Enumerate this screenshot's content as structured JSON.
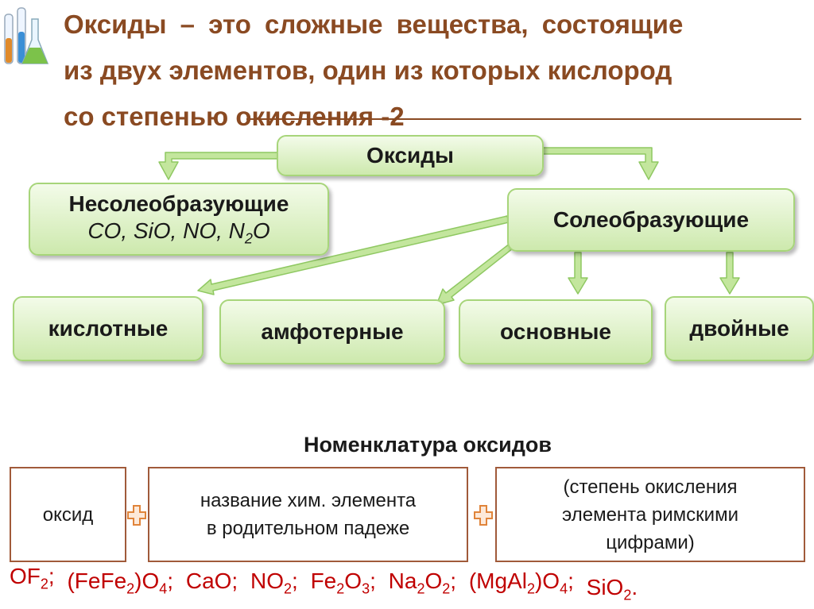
{
  "title": {
    "line1": "Оксиды – это сложные вещества, состоящие",
    "line2": "из двух элементов, один из которых кислород",
    "line3": "со степенью окисления -2"
  },
  "diagram": {
    "root": "Оксиды",
    "non_salt": {
      "label": "Несолеобразующие",
      "examples": "CO, SiO, NO, N",
      "examples_sub": "2",
      "examples_end": "O"
    },
    "salt": "Солеобразующие",
    "types": [
      "кислотные",
      "амфотерные",
      "основные",
      "двойные"
    ]
  },
  "nomenclature": {
    "title": "Номенклатура оксидов",
    "part1": "оксид",
    "part2": [
      "название хим. элемента",
      "в родительном падеже"
    ],
    "part3": [
      "(степень окисления",
      "элемента римскими",
      "цифрами)"
    ]
  },
  "colors": {
    "title": "#8a4a22",
    "box_border": "#a7d57a",
    "formula": "#c00000",
    "nom_border": "#a05a3a",
    "arrow": "#c3e69d"
  },
  "formulas": [
    {
      "p": [
        "OF",
        "2",
        ";"
      ]
    },
    {
      "p": [
        "(FeFe",
        "2",
        ")O",
        "4",
        ";"
      ]
    },
    {
      "p": [
        "CaO;"
      ]
    },
    {
      "p": [
        "NO",
        "2",
        ";"
      ]
    },
    {
      "p": [
        "Fe",
        "2",
        "O",
        "3",
        ";"
      ]
    },
    {
      "p": [
        "Na",
        "2",
        "O",
        "2",
        ";"
      ]
    },
    {
      "p": [
        "(MgAl",
        "2",
        ")O",
        "4",
        ";"
      ]
    },
    {
      "p": [
        "SiO",
        "2",
        "."
      ]
    }
  ]
}
